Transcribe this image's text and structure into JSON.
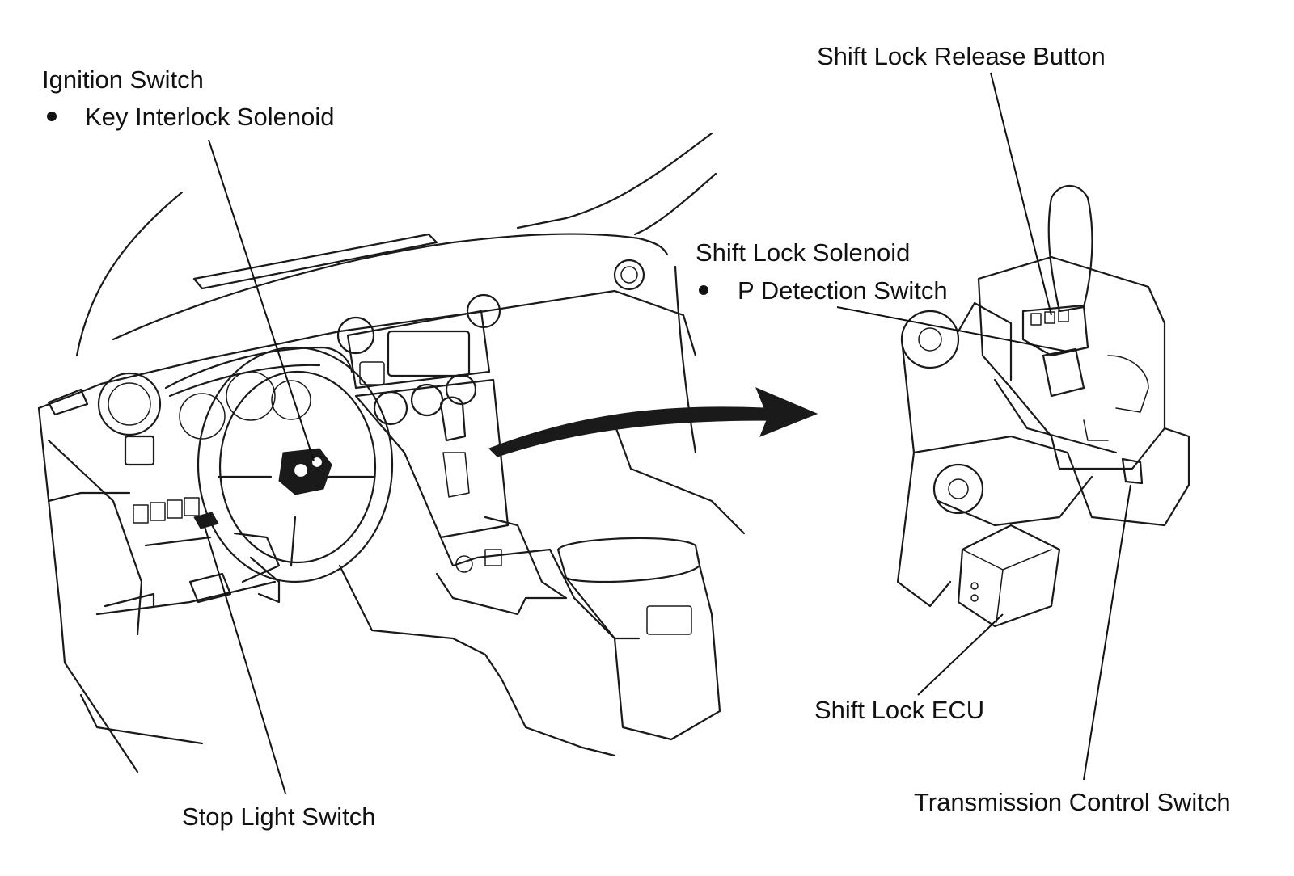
{
  "labels": {
    "ignition_switch": "Ignition Switch",
    "key_interlock_solenoid": "Key Interlock Solenoid",
    "shift_lock_release_button": "Shift Lock Release Button",
    "shift_lock_solenoid": "Shift Lock Solenoid",
    "p_detection_switch": "P Detection Switch",
    "shift_lock_ecu": "Shift Lock ECU",
    "transmission_control_switch": "Transmission Control Switch",
    "stop_light_switch": "Stop Light Switch"
  },
  "colors": {
    "line": "#1a1a1a",
    "background": "#ffffff"
  }
}
